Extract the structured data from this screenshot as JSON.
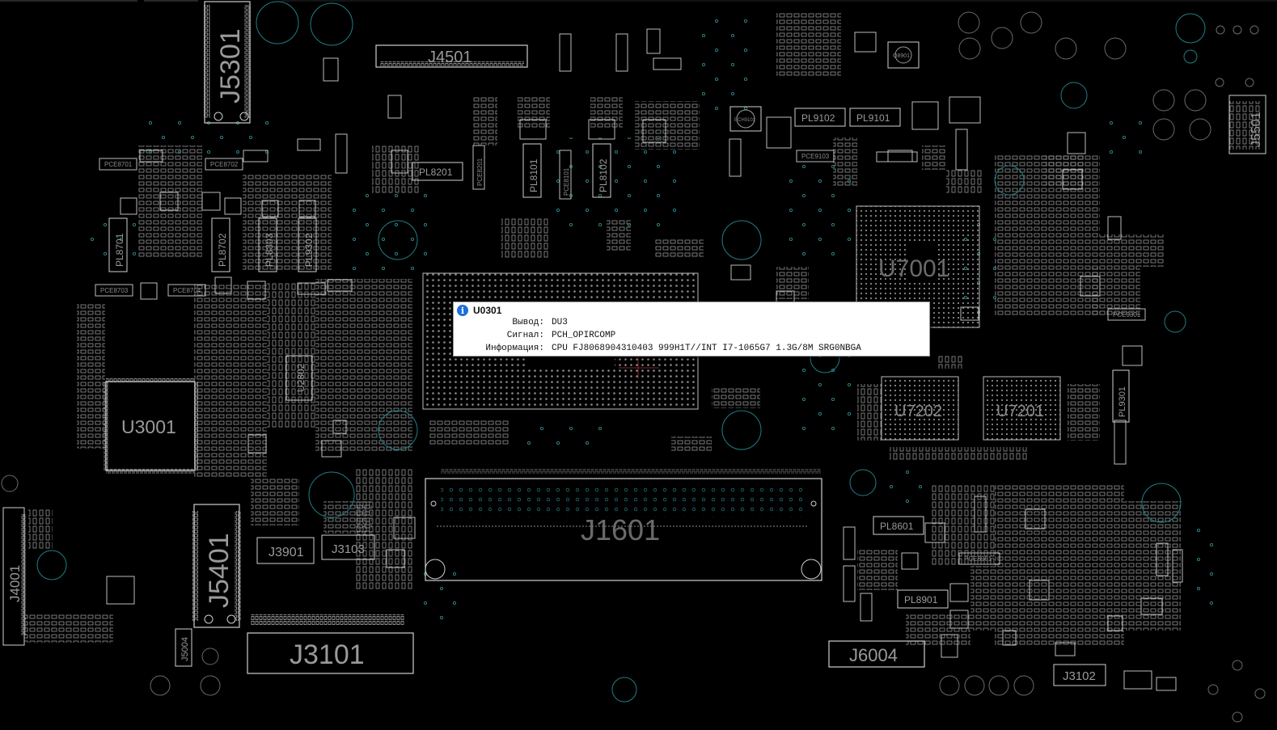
{
  "board": {
    "components": {
      "j5301": "J5301",
      "j4501": "J4501",
      "pl8201": "PL8201",
      "pl8101": "PL8101",
      "pl8102": "PL8102",
      "pl8701": "PL8701",
      "pl8702": "PL8702",
      "pl8303": "PL8303",
      "pl9302": "PL9302",
      "pl9102": "PL9102",
      "pl9101": "PL9101",
      "u7001": "U7001",
      "u3001": "U3001",
      "u2802": "U2802",
      "u7202": "U7202",
      "u7201": "U7201",
      "pl9301": "PL9301",
      "j1601": "J1601",
      "j5401": "J5401",
      "j3901": "J3901",
      "j3103": "J3103",
      "j3101": "J3101",
      "j4001": "J4001",
      "j5004": "J5004",
      "j6004": "J6004",
      "pl8601": "PL8601",
      "pl8901": "PL8901",
      "j3102": "J3102",
      "j5501": "J5501",
      "pce8701": "PCE8701",
      "pce8702": "PCE8702",
      "pce8703": "PCE8703",
      "pce8704": "PCE8704",
      "pce8201": "PCE8201",
      "pce8101": "PCE8101",
      "pce9103": "PCE9103",
      "pce9301": "PCE9301",
      "pce8901": "PCE8901",
      "pch9101": "PCH9101",
      "q8901": "Q8901"
    }
  },
  "tooltip": {
    "title": "U0301",
    "rows": [
      {
        "label": "Вывод:",
        "value": "DU3"
      },
      {
        "label": "Сигнал:",
        "value": "PCH_OPIRCOMP"
      },
      {
        "label": "Информация:",
        "value": "CPU FJ8068904310403 999H1T//INT I7-1065G7 1.3G/8M SRG0NBGA"
      }
    ]
  }
}
